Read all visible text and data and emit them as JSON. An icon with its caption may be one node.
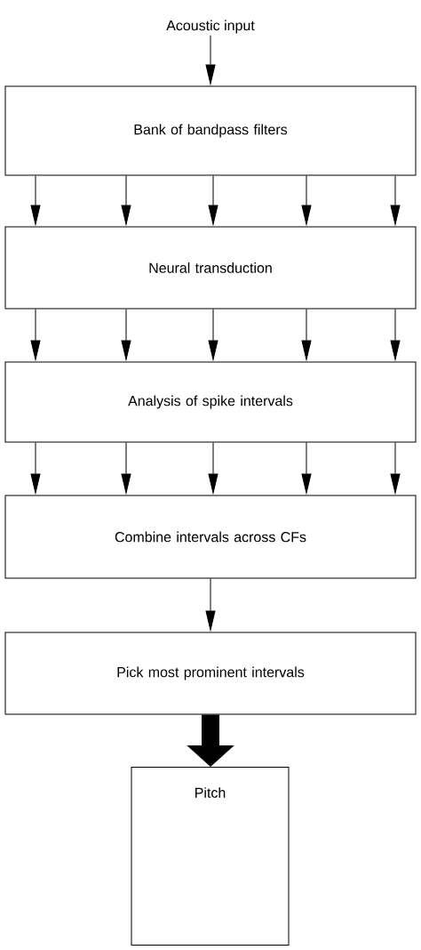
{
  "diagram": {
    "nodes": [
      {
        "text": [
          "Acoustic input"
        ]
      },
      {
        "text": [
          "Bank of bandpass filters"
        ]
      },
      {
        "text": [
          "Neural transduction"
        ]
      },
      {
        "text": [
          "Analysis of spike intervals"
        ]
      },
      {
        "text": [
          "Combine intervals across CFs"
        ]
      },
      {
        "text": [
          "Pick most prominent intervals"
        ]
      },
      {
        "text": [
          "Pitch"
        ]
      }
    ],
    "edges": [
      {
        "from": 0,
        "to": 1,
        "arrow": "to"
      },
      {
        "from": 1,
        "to": 2,
        "arrow": "to"
      },
      {
        "from": 1,
        "to": 2,
        "arrow": "to"
      },
      {
        "from": 1,
        "to": 2,
        "arrow": "to"
      },
      {
        "from": 1,
        "to": 2,
        "arrow": "to"
      },
      {
        "from": 1,
        "to": 2,
        "arrow": "to"
      },
      {
        "from": 2,
        "to": 3,
        "arrow": "to"
      },
      {
        "from": 2,
        "to": 3,
        "arrow": "to"
      },
      {
        "from": 2,
        "to": 3,
        "arrow": "to"
      },
      {
        "from": 2,
        "to": 3,
        "arrow": "to"
      },
      {
        "from": 2,
        "to": 3,
        "arrow": "to"
      },
      {
        "from": 3,
        "to": 4,
        "arrow": "to"
      },
      {
        "from": 3,
        "to": 4,
        "arrow": "to"
      },
      {
        "from": 3,
        "to": 4,
        "arrow": "to"
      },
      {
        "from": 3,
        "to": 4,
        "arrow": "to"
      },
      {
        "from": 3,
        "to": 4,
        "arrow": "to"
      },
      {
        "from": 4,
        "to": 5,
        "arrow": "to"
      },
      {
        "from": 5,
        "to": 6,
        "arrow": "to",
        "style": "thick"
      }
    ]
  }
}
